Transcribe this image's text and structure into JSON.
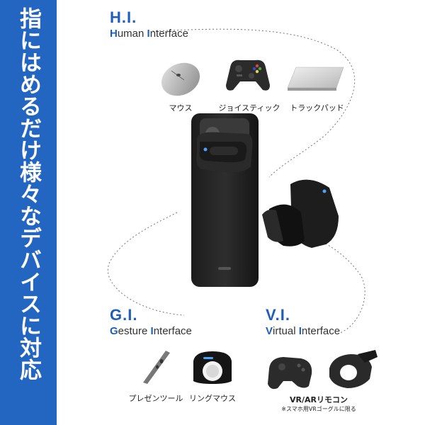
{
  "sidebar": {
    "headline": "指にはめるだけ様々なデバイスに対応",
    "background": "#2266c2"
  },
  "accent_color": "#1f5fb8",
  "hi": {
    "abbr": "H.I.",
    "word1_cap": "H",
    "word1_rest": "uman ",
    "word2_cap": "I",
    "word2_rest": "nterface",
    "items": [
      {
        "label": "マウス",
        "icon": "mouse-icon"
      },
      {
        "label": "ジョイスティック",
        "icon": "gamepad-icon"
      },
      {
        "label": "トラックパッド",
        "icon": "trackpad-icon"
      }
    ]
  },
  "gi": {
    "abbr": "G.I.",
    "word1_cap": "G",
    "word1_rest": "esture ",
    "word2_cap": "I",
    "word2_rest": "nterface",
    "items": [
      {
        "label": "プレゼンツール",
        "icon": "presenter-icon"
      },
      {
        "label": "リングマウス",
        "icon": "ring-mouse-icon"
      }
    ]
  },
  "vi": {
    "abbr": "V.I.",
    "word1_cap": "V",
    "word1_rest": "irtual ",
    "word2_cap": "I",
    "word2_rest": "nterface",
    "items": [
      {
        "label": "VR/ARリモコン",
        "icon": "vr-controller-icon"
      }
    ],
    "note": "※スマホ用VRゴーグルに限る"
  }
}
